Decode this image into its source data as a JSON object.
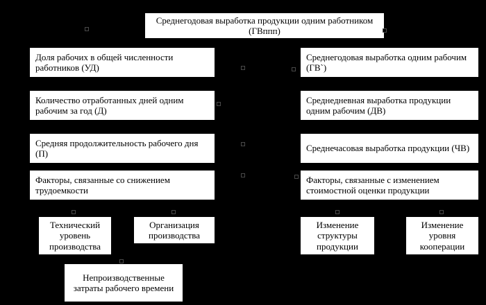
{
  "colors": {
    "background": "#000000",
    "box_fill": "#ffffff",
    "box_border": "#000000",
    "text": "#000000"
  },
  "diagram": {
    "root": {
      "label": "Среднегодовая выработка продукции одним работником (ГВппп)"
    },
    "left": [
      {
        "label": "Доля рабочих в общей численности работников (УД)"
      },
      {
        "label": "Количество отработанных дней одним рабочим за год (Д)"
      },
      {
        "label": "Средняя продолжительность рабочего дня (П)"
      },
      {
        "label": "Факторы, связанные со снижением трудоемкости"
      }
    ],
    "right": [
      {
        "label": "Среднегодовая выработка одним рабочим (ГВ`)"
      },
      {
        "label": "Среднедневная выработка продукции одним рабочим (ДВ)"
      },
      {
        "label": "Среднечасовая выработка продукции (ЧВ)"
      },
      {
        "label": "Факторы, связанные с изменением стоимостной оценки продукции"
      }
    ],
    "bottom": [
      {
        "label": "Технический уровень производства"
      },
      {
        "label": "Организация производства"
      },
      {
        "label": "Изменение структуры продукции"
      },
      {
        "label": "Изменение уровня кооперации"
      }
    ],
    "bottom_center": {
      "label": "Непроизводственные затраты рабочего времени"
    }
  }
}
